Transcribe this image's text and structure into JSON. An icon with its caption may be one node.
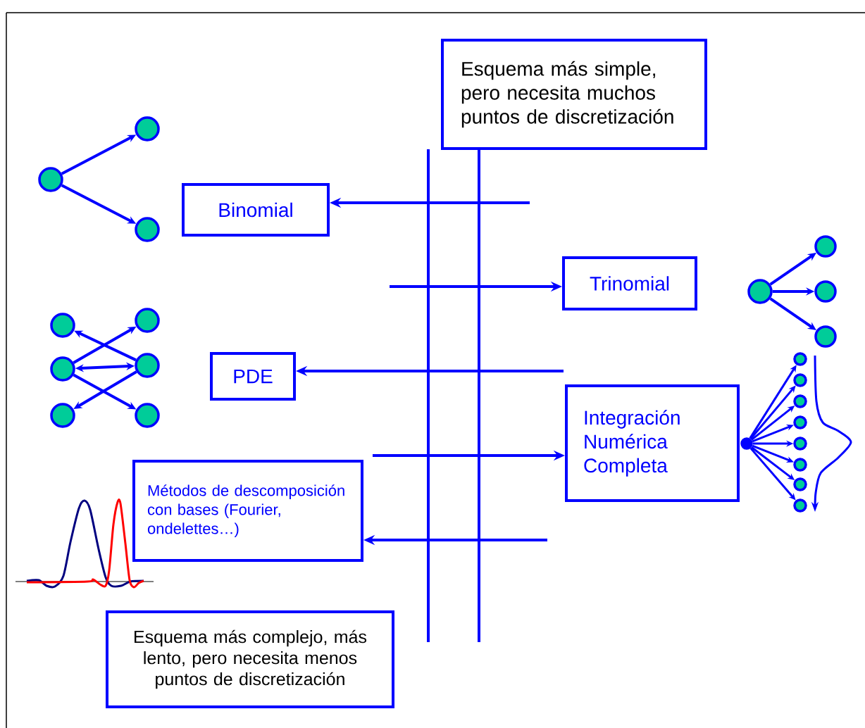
{
  "diagram": {
    "nodes": [
      {
        "text": [
          "Esquema más simple, pero necesita muchos puntos de discretización"
        ]
      },
      {
        "text": [
          "Binomial"
        ]
      },
      {
        "text": [
          "Trinomial"
        ]
      },
      {
        "text": [
          "PDE"
        ]
      },
      {
        "text": [
          "Integración Numérica Completa"
        ]
      },
      {
        "text": [
          "Métodos de descomposición con bases (Fourier, ondelettes…)"
        ]
      },
      {
        "text": [
          "Esquema más complejo, más lento, pero necesita menos puntos de discretización"
        ]
      },
      {
        "text": [],
        "shape": "circle"
      },
      {
        "text": [],
        "shape": "circle"
      },
      {
        "text": [],
        "shape": "circle"
      },
      {
        "text": [],
        "shape": "circle"
      },
      {
        "text": [],
        "shape": "circle"
      },
      {
        "text": [],
        "shape": "circle"
      },
      {
        "text": [],
        "shape": "circle"
      },
      {
        "text": [],
        "shape": "circle"
      },
      {
        "text": [],
        "shape": "circle"
      },
      {
        "text": [],
        "shape": "circle"
      },
      {
        "text": [],
        "shape": "circle"
      },
      {
        "text": [],
        "shape": "circle"
      },
      {
        "text": [],
        "shape": "circle"
      },
      {
        "text": [],
        "shape": "circle"
      },
      {
        "text": [],
        "shape": "circle"
      },
      {
        "text": [],
        "shape": "circle"
      },
      {
        "text": [],
        "shape": "circle"
      },
      {
        "text": [],
        "shape": "circle"
      },
      {
        "text": [],
        "shape": "circle"
      },
      {
        "text": [],
        "shape": "circle"
      },
      {
        "text": [],
        "shape": "circle"
      },
      {
        "text": [],
        "shape": "circle"
      }
    ],
    "edges": [
      {
        "from": null,
        "to": 1,
        "arrow": "to"
      },
      {
        "from": null,
        "to": 2,
        "arrow": "to"
      },
      {
        "from": null,
        "to": 3,
        "arrow": "to"
      },
      {
        "from": null,
        "to": 4,
        "arrow": "to"
      },
      {
        "from": null,
        "to": 5,
        "arrow": "to"
      },
      {
        "from": 0,
        "to": null,
        "arrow": "none"
      },
      {
        "from": 7,
        "to": 8,
        "arrow": "to"
      },
      {
        "from": 7,
        "to": 9,
        "arrow": "to"
      },
      {
        "from": 14,
        "to": 10,
        "arrow": "to"
      },
      {
        "from": 11,
        "to": 13,
        "arrow": "to"
      },
      {
        "from": 11,
        "to": 14,
        "arrow": "both"
      },
      {
        "from": 11,
        "to": 15,
        "arrow": "to"
      },
      {
        "from": 14,
        "to": 12,
        "arrow": "to"
      },
      {
        "from": 16,
        "to": 17,
        "arrow": "to"
      },
      {
        "from": 16,
        "to": 18,
        "arrow": "to"
      },
      {
        "from": 16,
        "to": 19,
        "arrow": "to"
      },
      {
        "from": 20,
        "to": 21,
        "arrow": "to"
      },
      {
        "from": 20,
        "to": 22,
        "arrow": "to"
      },
      {
        "from": 20,
        "to": 23,
        "arrow": "to"
      },
      {
        "from": 20,
        "to": 24,
        "arrow": "to"
      },
      {
        "from": 20,
        "to": 25,
        "arrow": "to"
      },
      {
        "from": 20,
        "to": 26,
        "arrow": "to"
      },
      {
        "from": 20,
        "to": 27,
        "arrow": "to"
      },
      {
        "from": 20,
        "to": 28,
        "arrow": "to"
      }
    ]
  }
}
